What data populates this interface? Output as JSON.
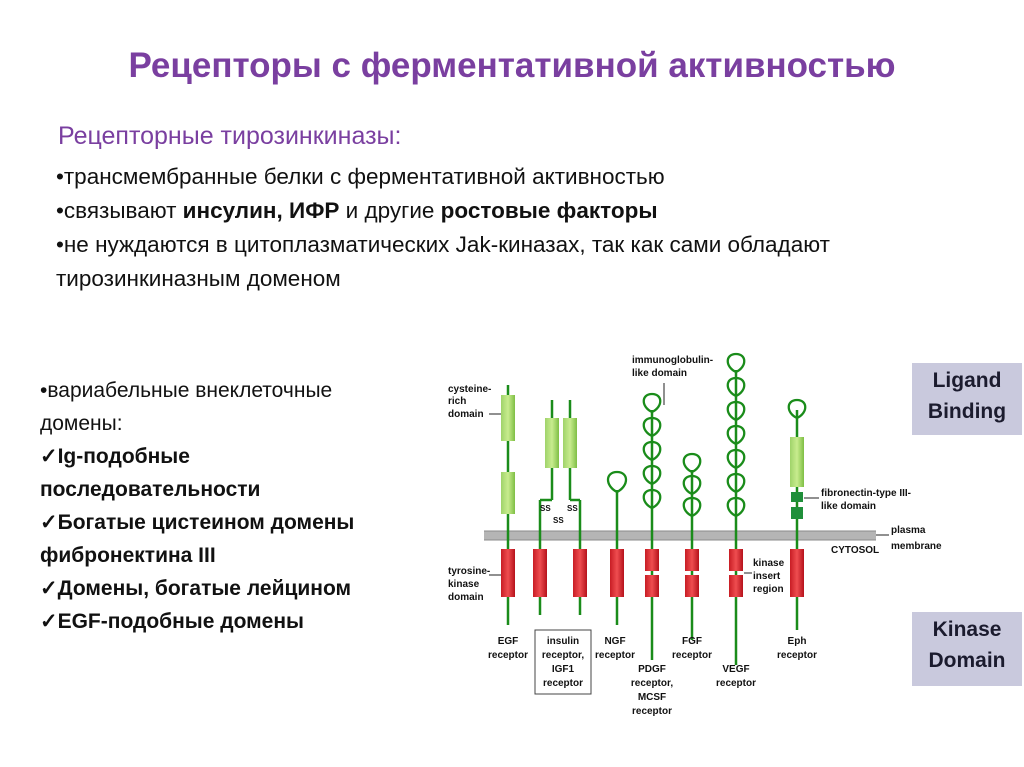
{
  "title": "Рецепторы с ферментативной активностью",
  "subtitle": "Рецепторные тирозинкиназы:",
  "bullets": {
    "b1": "•трансмембранные белки с ферментативной активностью",
    "b2_pre": "•связывают ",
    "b2_bold1": "инсулин, ИФР",
    "b2_mid": " и другие ",
    "b2_bold2": "ростовые факторы",
    "b3_line1": "•не нуждаются в цитоплазматических Jak-киназах, так как сами обладают",
    "b3_line2": "тирозинкиназным доменом"
  },
  "left_list": {
    "intro1": "•вариабельные внеклеточные",
    "intro2": "домены:",
    "item1a": "✓Ig-подобные",
    "item1b": "последовательности",
    "item2a": "✓Богатые цистеином домены",
    "item2b": "фибронектина III",
    "item3": "✓Домены, богатые лейцином",
    "item4": "✓EGF-подобные домены"
  },
  "side_boxes": {
    "ligand_line1": "Ligand",
    "ligand_line2": "Binding",
    "kinase_line1": "Kinase",
    "kinase_line2": "Domain"
  },
  "diagram": {
    "cysteine_1": "cysteine-",
    "cysteine_2": "rich",
    "cysteine_3": "domain",
    "immuno_1": "immunoglobulin-",
    "immuno_2": "like domain",
    "fibro_1": "fibronectin-type III-",
    "fibro_2": "like domain",
    "plasma_1": "plasma",
    "plasma_2": "membrane",
    "cytosol": "CYTOSOL",
    "tyrosine_1": "tyrosine-",
    "tyrosine_2": "kinase",
    "tyrosine_3": "domain",
    "kinase_insert_1": "kinase",
    "kinase_insert_2": "insert",
    "kinase_insert_3": "region",
    "ss": "SS",
    "egf_1": "EGF",
    "egf_2": "receptor",
    "ins_1": "insulin",
    "ins_2": "receptor,",
    "ins_3": "IGF1",
    "ins_4": "receptor",
    "ngf_1": "NGF",
    "ngf_2": "receptor",
    "pdgf_1": "PDGF",
    "pdgf_2": "receptor,",
    "pdgf_3": "MCSF",
    "pdgf_4": "receptor",
    "fgf_1": "FGF",
    "fgf_2": "receptor",
    "vegf_1": "VEGF",
    "vegf_2": "receptor",
    "eph_1": "Eph",
    "eph_2": "receptor"
  }
}
